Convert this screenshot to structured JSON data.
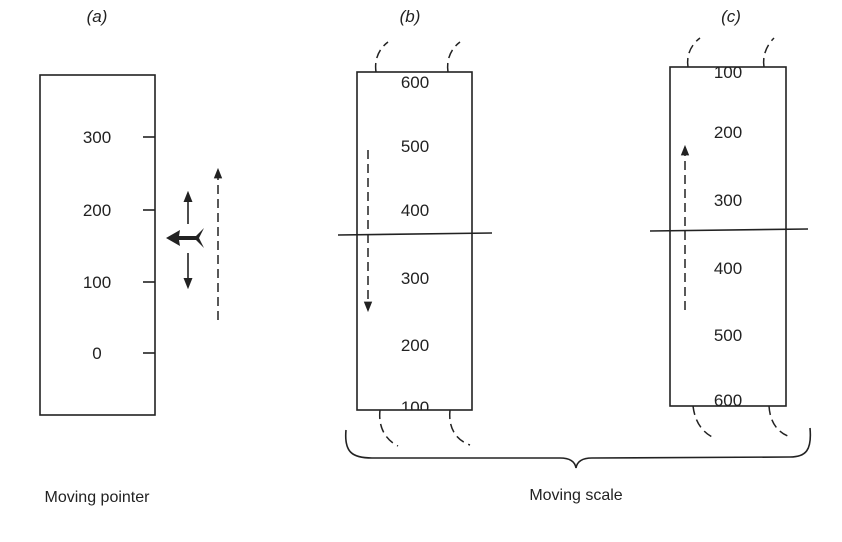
{
  "panel_a": {
    "label": "(a)",
    "scale": [
      "300",
      "200",
      "100",
      "0"
    ],
    "caption": "Moving pointer"
  },
  "panel_b": {
    "label": "(b)",
    "scale": [
      "600",
      "500",
      "400",
      "300",
      "200",
      "100"
    ]
  },
  "panel_c": {
    "label": "(c)",
    "scale": [
      "100",
      "200",
      "300",
      "400",
      "500",
      "600"
    ]
  },
  "group_caption": "Moving scale"
}
